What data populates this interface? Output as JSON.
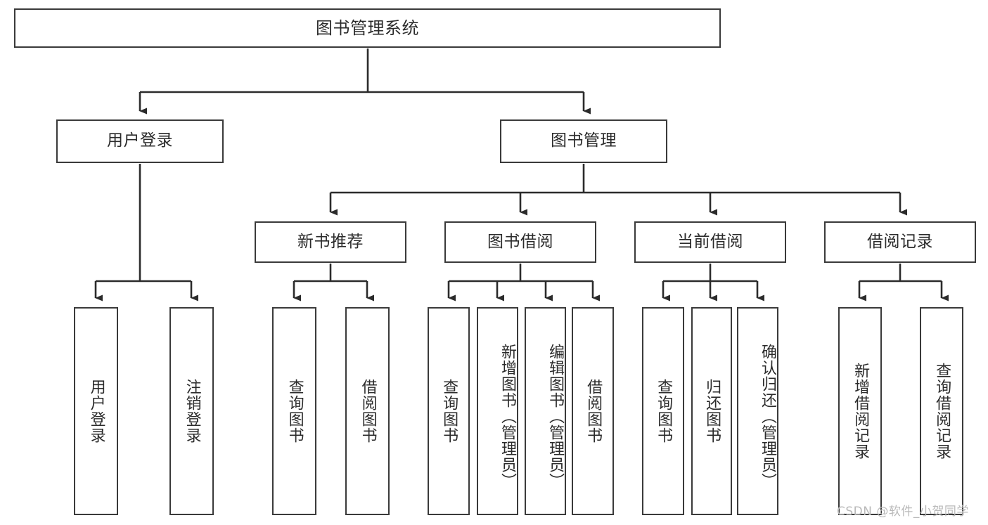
{
  "diagram": {
    "title": "图书管理系统",
    "type": "tree",
    "root": {
      "id": "root",
      "label": "图书管理系统",
      "orientation": "horizontal"
    },
    "level2": [
      {
        "id": "user-login",
        "label": "用户登录",
        "orientation": "horizontal"
      },
      {
        "id": "book-management",
        "label": "图书管理",
        "orientation": "horizontal"
      }
    ],
    "level3": [
      {
        "id": "new-book-recommend",
        "label": "新书推荐",
        "orientation": "horizontal",
        "parent": "book-management"
      },
      {
        "id": "book-borrow",
        "label": "图书借阅",
        "orientation": "horizontal",
        "parent": "book-management"
      },
      {
        "id": "current-borrow",
        "label": "当前借阅",
        "orientation": "horizontal",
        "parent": "book-management"
      },
      {
        "id": "borrow-record",
        "label": "借阅记录",
        "orientation": "horizontal",
        "parent": "book-management"
      }
    ],
    "leaves": [
      {
        "id": "leaf-user-login",
        "label": "用户登录",
        "parent": "user-login"
      },
      {
        "id": "leaf-logout-login",
        "label": "注销登录",
        "parent": "user-login"
      },
      {
        "id": "leaf-query-book-1",
        "label": "查询图书",
        "parent": "new-book-recommend"
      },
      {
        "id": "leaf-borrow-book-1",
        "label": "借阅图书",
        "parent": "new-book-recommend"
      },
      {
        "id": "leaf-query-book-2",
        "label": "查询图书",
        "parent": "book-borrow"
      },
      {
        "id": "leaf-add-book",
        "label": "新增图书（管理员）",
        "parent": "book-borrow"
      },
      {
        "id": "leaf-edit-book",
        "label": "编辑图书（管理员）",
        "parent": "book-borrow"
      },
      {
        "id": "leaf-borrow-book-2",
        "label": "借阅图书",
        "parent": "book-borrow"
      },
      {
        "id": "leaf-query-book-3",
        "label": "查询图书",
        "parent": "current-borrow"
      },
      {
        "id": "leaf-return-book",
        "label": "归还图书",
        "parent": "current-borrow"
      },
      {
        "id": "leaf-confirm-return",
        "label": "确认归还（管理员）",
        "parent": "current-borrow"
      },
      {
        "id": "leaf-add-record",
        "label": "新增借阅记录",
        "parent": "borrow-record"
      },
      {
        "id": "leaf-query-record",
        "label": "查询借阅记录",
        "parent": "borrow-record"
      }
    ],
    "colors": {
      "box_border": "#3a3a3a",
      "box_fill": "#ffffff",
      "connector": "#2b2b2b",
      "text": "#2b2b2b",
      "watermark": "#b9b9b9",
      "background": "#ffffff"
    }
  },
  "watermark": {
    "text": "CSDN @软件_小贺同学"
  }
}
